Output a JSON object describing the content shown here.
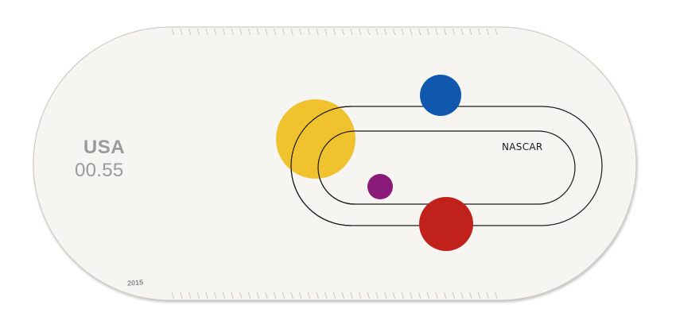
{
  "stamp": {
    "country": "USA",
    "denomination": "00.55",
    "year": "2015",
    "track_label": "NASCAR"
  },
  "colors": {
    "paper": "#f7f5f1",
    "paper_edge": "#c9c6c0",
    "text_gray": "#9a9a9a",
    "year_gray": "#8a8a8a",
    "track_line": "#1a1a1a",
    "yellow": "#f0c22d",
    "blue": "#0f58ad",
    "purple": "#8a1b7a",
    "red": "#c0211b"
  }
}
